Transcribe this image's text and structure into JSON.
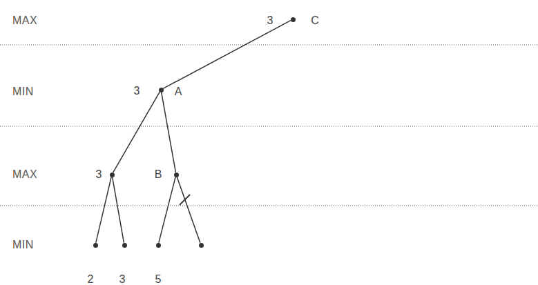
{
  "diagram": {
    "nodes": [
      {
        "text": [
          "3",
          "C"
        ]
      },
      {
        "text": [
          "3",
          "A"
        ]
      },
      {
        "text": [
          "3"
        ]
      },
      {
        "text": [
          "B"
        ]
      },
      {
        "text": [
          "2"
        ]
      },
      {
        "text": [
          "3"
        ]
      },
      {
        "text": [
          "5"
        ]
      },
      {
        "text": []
      }
    ],
    "edges": [
      {
        "from": 0,
        "to": 1,
        "arrow": "none"
      },
      {
        "from": 1,
        "to": 2,
        "arrow": "none"
      },
      {
        "from": 1,
        "to": 3,
        "arrow": "none"
      },
      {
        "from": 2,
        "to": 4,
        "arrow": "none"
      },
      {
        "from": 2,
        "to": 5,
        "arrow": "none"
      },
      {
        "from": 3,
        "to": 6,
        "arrow": "none"
      },
      {
        "from": 3,
        "to": 7,
        "arrow": "none"
      }
    ],
    "labels": [
      "MAX",
      "MIN",
      "MAX",
      "MIN"
    ]
  }
}
